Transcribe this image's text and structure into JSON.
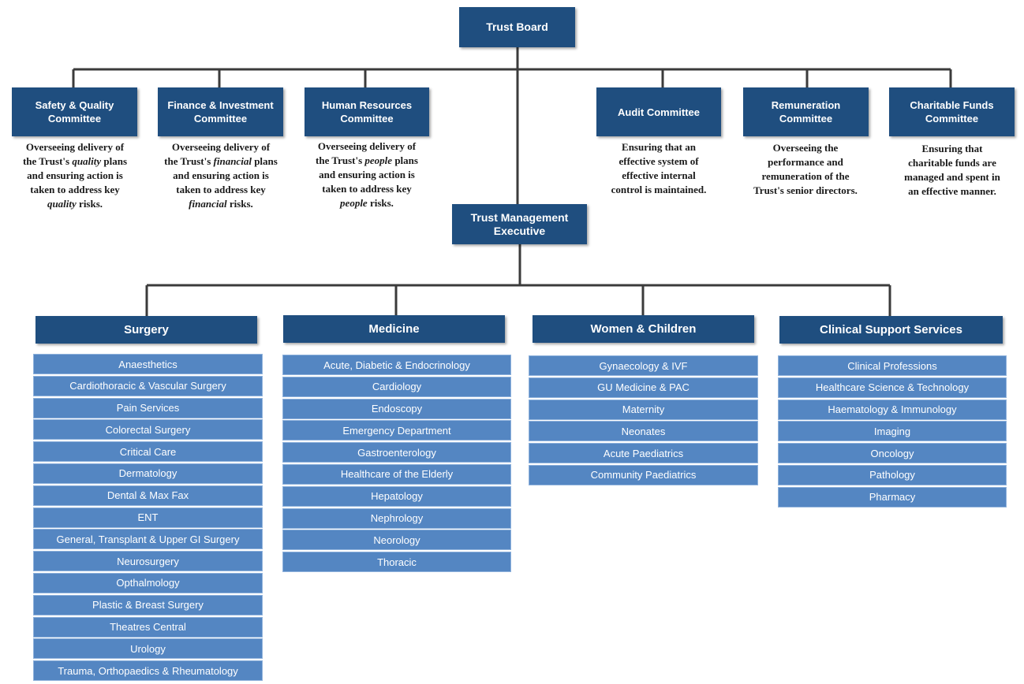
{
  "trust_board": {
    "label": "Trust Board"
  },
  "trust_management_executive": {
    "label_line1": "Trust Management",
    "label_line2": "Executive"
  },
  "committees": [
    {
      "line1": "Safety & Quality",
      "line2": "Committee",
      "desc": [
        [
          {
            "t": "Overseeing delivery of"
          }
        ],
        [
          {
            "t": "the Trust's "
          },
          {
            "t": "quality",
            "em": true
          },
          {
            "t": " plans"
          }
        ],
        [
          {
            "t": "and ensuring action is"
          }
        ],
        [
          {
            "t": "taken to address key"
          }
        ],
        [
          {
            "t": "quality",
            "em": true
          },
          {
            "t": " risks."
          }
        ]
      ]
    },
    {
      "line1": "Finance & Investment",
      "line2": "Committee",
      "desc": [
        [
          {
            "t": "Overseeing delivery of"
          }
        ],
        [
          {
            "t": "the Trust's "
          },
          {
            "t": "financial",
            "em": true
          },
          {
            "t": " plans"
          }
        ],
        [
          {
            "t": "and ensuring action is"
          }
        ],
        [
          {
            "t": "taken to address key"
          }
        ],
        [
          {
            "t": "financial",
            "em": true
          },
          {
            "t": " risks."
          }
        ]
      ]
    },
    {
      "line1": "Human Resources",
      "line2": "Committee",
      "desc": [
        [
          {
            "t": "Overseeing delivery of"
          }
        ],
        [
          {
            "t": "the Trust's "
          },
          {
            "t": "people",
            "em": true
          },
          {
            "t": " plans"
          }
        ],
        [
          {
            "t": "and ensuring action is"
          }
        ],
        [
          {
            "t": "taken to address key"
          }
        ],
        [
          {
            "t": "people",
            "em": true
          },
          {
            "t": " risks."
          }
        ]
      ]
    },
    {
      "line1": "Audit Committee",
      "line2": "",
      "desc": [
        [
          {
            "t": "Ensuring that an"
          }
        ],
        [
          {
            "t": "effective system of"
          }
        ],
        [
          {
            "t": "effective internal"
          }
        ],
        [
          {
            "t": "control is maintained."
          }
        ]
      ]
    },
    {
      "line1": "Remuneration",
      "line2": "Committee",
      "desc": [
        [
          {
            "t": "Overseeing the"
          }
        ],
        [
          {
            "t": "performance and"
          }
        ],
        [
          {
            "t": "remuneration of the"
          }
        ],
        [
          {
            "t": "Trust's senior directors."
          }
        ]
      ]
    },
    {
      "line1": "Charitable Funds",
      "line2": "Committee",
      "desc": [
        [
          {
            "t": "Ensuring that"
          }
        ],
        [
          {
            "t": "charitable funds are"
          }
        ],
        [
          {
            "t": "managed and spent in"
          }
        ],
        [
          {
            "t": "an effective manner."
          }
        ]
      ]
    }
  ],
  "divisions": [
    {
      "name": "Surgery",
      "departments": [
        "Anaesthetics",
        "Cardiothoracic & Vascular Surgery",
        "Pain Services",
        "Colorectal Surgery",
        "Critical Care",
        "Dermatology",
        "Dental & Max Fax",
        "ENT",
        "General, Transplant & Upper GI Surgery",
        "Neurosurgery",
        "Opthalmology",
        "Plastic & Breast Surgery",
        "Theatres Central",
        "Urology",
        "Trauma, Orthopaedics & Rheumatology"
      ]
    },
    {
      "name": "Medicine",
      "departments": [
        "Acute, Diabetic & Endocrinology",
        "Cardiology",
        "Endoscopy",
        "Emergency Department",
        "Gastroenterology",
        "Healthcare of the Elderly",
        "Hepatology",
        "Nephrology",
        "Neorology",
        "Thoracic"
      ]
    },
    {
      "name": "Women & Children",
      "departments": [
        "Gynaecology & IVF",
        "GU Medicine & PAC",
        "Maternity",
        "Neonates",
        "Acute Paediatrics",
        "Community Paediatrics"
      ]
    },
    {
      "name": "Clinical Support Services",
      "departments": [
        "Clinical Professions",
        "Healthcare Science & Technology",
        "Haematology & Immunology",
        "Imaging",
        "Oncology",
        "Pathology",
        "Pharmacy"
      ]
    }
  ],
  "colors": {
    "box": "#1f4e7f",
    "department": "#5486c2",
    "connector": "#3b3b3b"
  }
}
